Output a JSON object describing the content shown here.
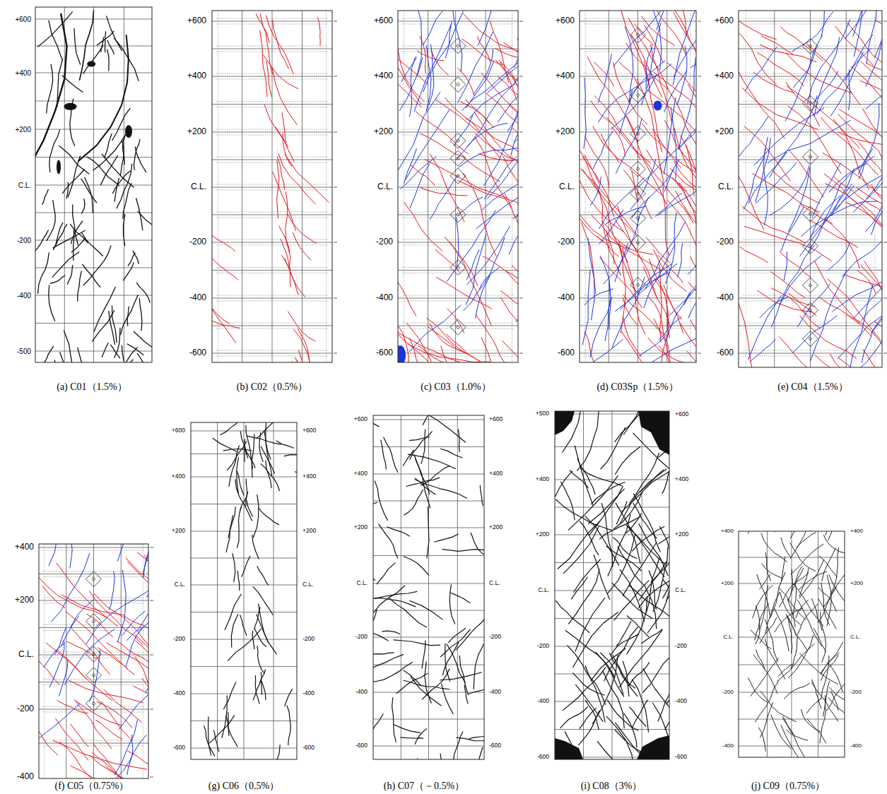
{
  "diagram": {
    "labels": [
      "+600",
      "+400",
      "+200",
      "C.L.",
      "-200",
      "-400",
      "-500",
      "(a) C01（1.5%）",
      "+600",
      "+400",
      "+200",
      "C.L.",
      "-200",
      "-400",
      "-600",
      "(b) C02（0.5%）",
      "+600",
      "+400",
      "+200",
      "C.L.",
      "-200",
      "-400",
      "-600",
      "(c) C03（1.0%）",
      "+600",
      "+400",
      "+200",
      "C.L.",
      "-200",
      "-400",
      "-600",
      "(d) C03Sp（1.5%）",
      "+600",
      "+400",
      "+200",
      "C.L.",
      "-200",
      "-400",
      "-600",
      "(e) C04（1.5%）",
      "+400",
      "+200",
      "C.L.",
      "-200",
      "-400",
      "(f) C05（0.75%）",
      "+600",
      "+400",
      "+200",
      "C.L.",
      "-200",
      "-400",
      "-600",
      "+600",
      "+400",
      "+200",
      "C.L.",
      "-200",
      "-400",
      "-600",
      "(g) C06（0.5%）",
      "+600",
      "+400",
      "+200",
      "C.L.",
      "-200",
      "-400",
      "-600",
      "+600",
      "+400",
      "+200",
      "C.L.",
      "-200",
      "-400",
      "-600",
      "(h) C07（－0.5%）",
      "+500",
      "+400",
      "+200",
      "C.L.",
      "-200",
      "-400",
      "-600",
      "+600",
      "+400",
      "+200",
      "C.L.",
      "-200",
      "-400",
      "-600",
      "(i) C08（3%）",
      "+400",
      "+200",
      "C.L.",
      "-200",
      "-400",
      "+400",
      "+200",
      "C.L.",
      "-200",
      "-400",
      "(j) C09（0.75%）"
    ]
  }
}
